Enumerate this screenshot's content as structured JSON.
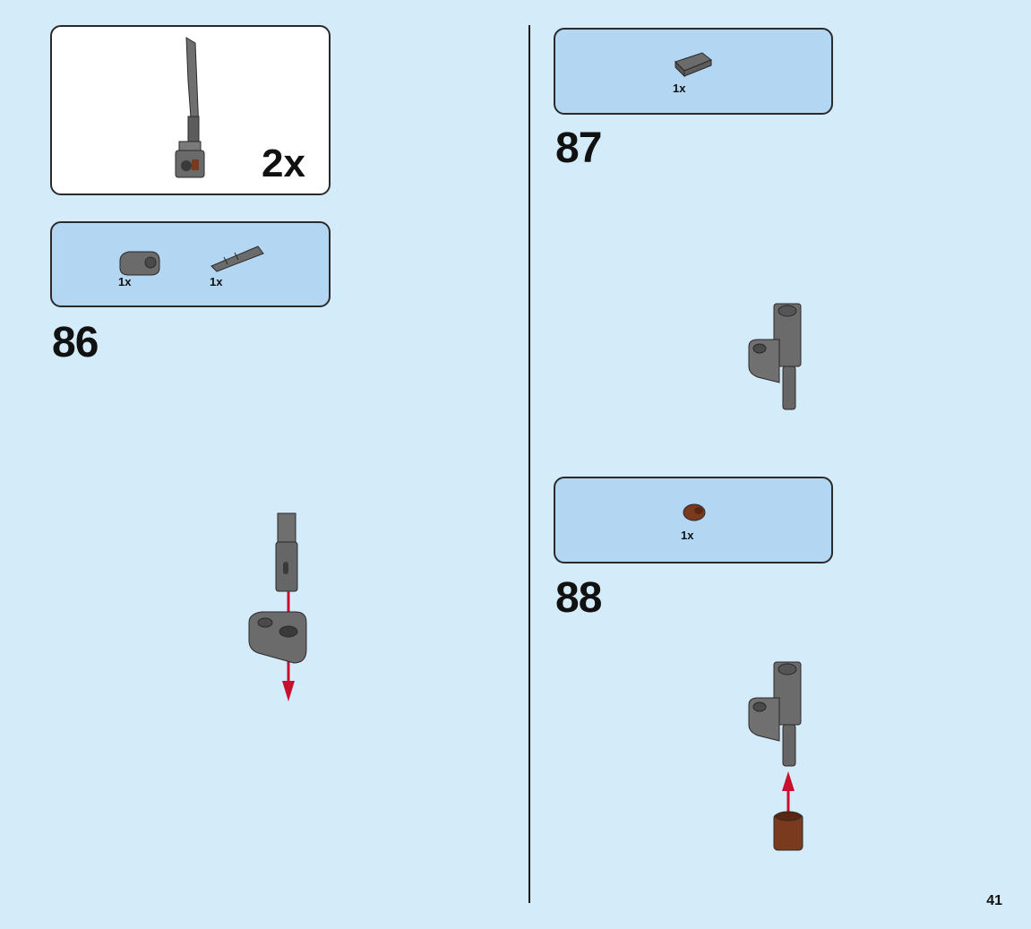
{
  "subassembly": {
    "multiplier": "2x"
  },
  "steps": [
    {
      "number": "86",
      "parts": [
        {
          "qty": "1x",
          "part": "beam-liftarm-gray"
        },
        {
          "qty": "1x",
          "part": "axle-pin-gray"
        }
      ]
    },
    {
      "number": "87",
      "parts": [
        {
          "qty": "1x",
          "part": "axle-connector-gray"
        }
      ]
    },
    {
      "number": "88",
      "parts": [
        {
          "qty": "1x",
          "part": "round-brick-brown"
        }
      ]
    }
  ],
  "page_number": "41",
  "colors": {
    "background": "#d4ebfa",
    "parts_box": "#b3d7f2",
    "part_gray": "#6b6b6b",
    "part_brown": "#7a3a1e",
    "arrow_red": "#c8102e"
  }
}
